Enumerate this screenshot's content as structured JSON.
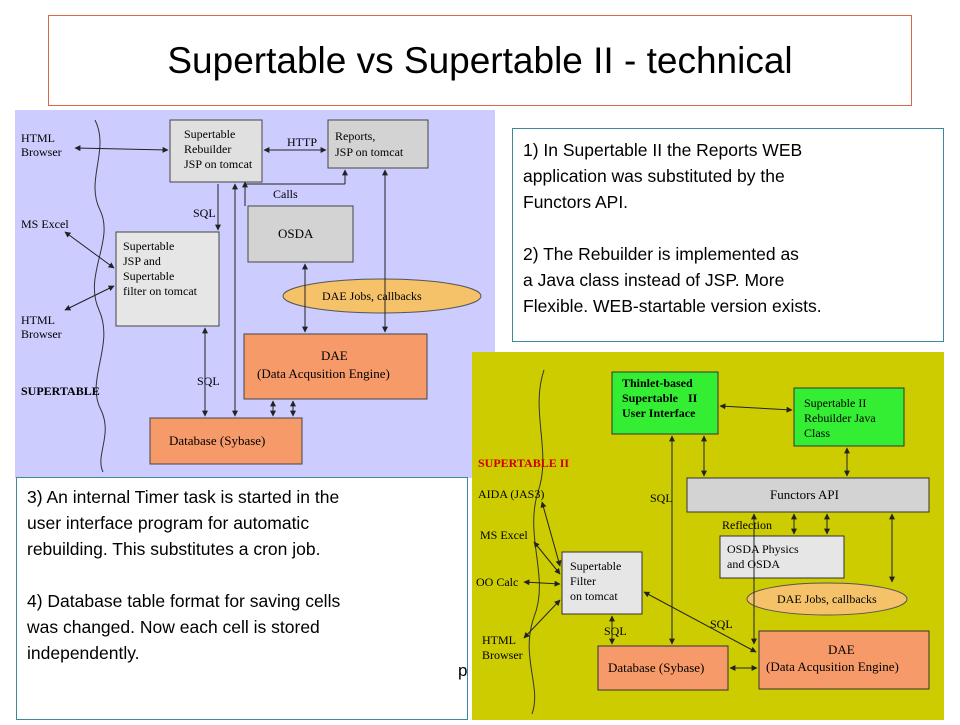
{
  "slide": {
    "title": "Supertable vs Supertable II - technical"
  },
  "diagram1": {
    "html_browser_1": "HTML",
    "html_browser_1b": "Browser",
    "rebuilder": [
      "Supertable",
      "Rebuilder",
      "JSP on tomcat"
    ],
    "http": "HTTP",
    "reports": [
      "Reports,",
      "JSP on tomcat"
    ],
    "calls": "Calls",
    "sql_top": "SQL",
    "osda": "OSDA",
    "ms_excel": "MS Excel",
    "jsp_box": [
      "Supertable",
      "JSP and",
      "Supertable",
      "filter on tomcat"
    ],
    "dae_jobs": "DAE Jobs, callbacks",
    "html_browser_2": "HTML",
    "html_browser_2b": "Browser",
    "dae": [
      "DAE",
      "(Data Acqusition Engine)"
    ],
    "supertable_label": "SUPERTABLE",
    "sql_bottom": "SQL",
    "database": "Database (Sybase)"
  },
  "diagram2": {
    "thinlet": [
      "Thinlet-based",
      "Supertable",
      "II",
      "User Interface"
    ],
    "rebuilder": [
      "Supertable II",
      "Rebuilder Java",
      "Class"
    ],
    "supertable_ii_label": "SUPERTABLE II",
    "aida": "AIDA (JAS3)",
    "sql_upper": "SQL",
    "functors": "Functors API",
    "reflection": "Reflection",
    "ms_excel": "MS Excel",
    "osda": [
      "OSDA Physics",
      "and OSDA"
    ],
    "filter": [
      "Supertable",
      "Filter",
      "on tomcat"
    ],
    "oo_calc": "OO Calc",
    "dae_jobs": "DAE Jobs, callbacks",
    "sql_left": "SQL",
    "sql_right": "SQL",
    "html_browser": "HTML",
    "html_browser_b": "Browser",
    "database": "Database (Sybase)",
    "dae": [
      "DAE",
      "(Data Acqusition Engine)"
    ]
  },
  "notes": {
    "note1": {
      "p1": [
        "1) In Supertable II the Reports WEB",
        "application was substituted by the",
        "Functors API."
      ],
      "p2": [
        "2) The Rebuilder is implemented as",
        "a Java class instead of JSP. More",
        "Flexible. WEB-startable version exists."
      ]
    },
    "note2": {
      "p1": [
        "3) An internal Timer task is started in the",
        "user interface program for automatic",
        "rebuilding. This substitutes a cron job."
      ],
      "p2": [
        "4) Database table format for saving cells",
        "was changed. Now each cell is stored",
        "independently."
      ]
    }
  },
  "stray_text": "p",
  "colors": {
    "panel1_bg": "#ccccff",
    "panel2_bg": "#cccc00",
    "box_gray": "#d3d3d3",
    "box_orange": "#f79a6a",
    "box_green": "#33ee33",
    "ellipse": "#f5c26a",
    "title_border": "#d9694a",
    "note_border": "#3a8a9a"
  }
}
